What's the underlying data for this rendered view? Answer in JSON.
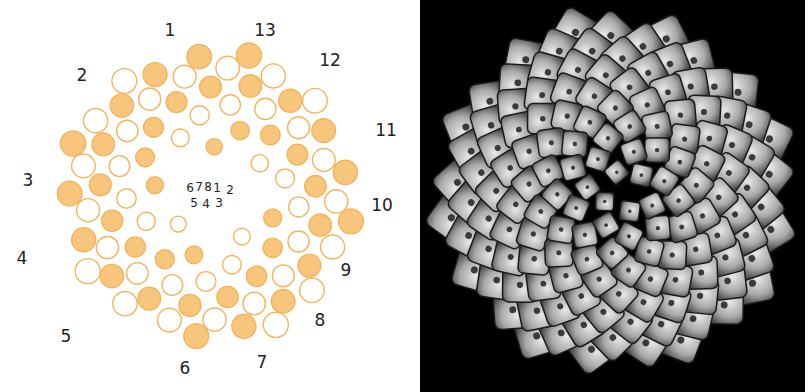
{
  "diagram": {
    "labels": [
      "1",
      "13",
      "12",
      "11",
      "10",
      "9",
      "8",
      "7",
      "6",
      "5",
      "4",
      "3",
      "2",
      "6",
      "7",
      "8",
      "1",
      "2",
      "5",
      "4",
      "3"
    ]
  }
}
